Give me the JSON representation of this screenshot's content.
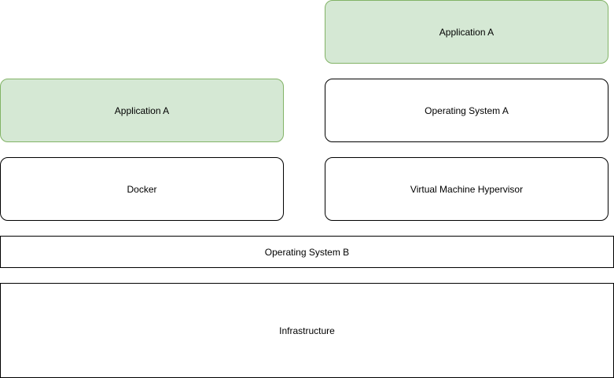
{
  "diagram": {
    "docker_stack": {
      "application": "Application A",
      "runtime": "Docker"
    },
    "vm_stack": {
      "application": "Application A",
      "guest_os": "Operating System A",
      "hypervisor": "Virtual Machine Hypervisor"
    },
    "host_os": "Operating System B",
    "infrastructure": "Infrastructure"
  },
  "colors": {
    "application_fill": "#d5e8d4",
    "application_border": "#82b366",
    "default_fill": "#ffffff",
    "default_border": "#000000"
  }
}
